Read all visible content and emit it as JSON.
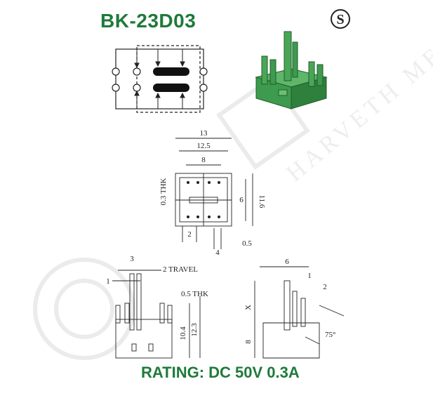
{
  "product": {
    "title": "BK-23D03",
    "rating": "RATING: DC 50V 0.3A"
  },
  "logo": {
    "glyph": "S"
  },
  "watermark": {
    "text": "HARVETH METAL"
  },
  "colors": {
    "brand_green": "#1f7a3a",
    "part_green": "#3e9a4e"
  },
  "top_view_dims": {
    "width_total": "13",
    "width_inner": "12.5",
    "pin_span": "8",
    "thickness": "0.3 THK",
    "height_6": "6",
    "height_11_6": "11.6",
    "pitch_2": "2",
    "pin_offset_4": "4",
    "gap_0_5": "0.5"
  },
  "front_view_dims": {
    "pitch_3": "3",
    "travel": "2 TRAVEL",
    "width_1": "1",
    "thk": "0.5 THK",
    "h_10_4": "10.4",
    "h_12_3": "12.3"
  },
  "side_view_dims": {
    "w_6": "6",
    "w_1": "1",
    "w_2": "2",
    "x_label": "X",
    "h_8": "8",
    "angle": "75°"
  }
}
